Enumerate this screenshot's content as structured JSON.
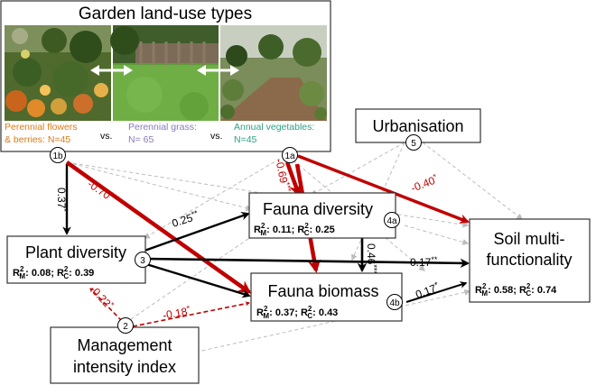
{
  "landuse": {
    "title": "Garden land-use types",
    "types": [
      {
        "line1": "Perennial flowers",
        "line2": "& berries: N=45",
        "color": "#d97a18"
      },
      {
        "line1": "Perennial grass:",
        "line2": "N= 65",
        "color": "#8a7ab8"
      },
      {
        "line1": "Annual vegetables:",
        "line2": "N=45",
        "color": "#2f9f87"
      }
    ],
    "vs": "vs."
  },
  "nodes": {
    "urbanisation": {
      "line1": "Urbanisation",
      "badge": "5"
    },
    "plant": {
      "line1": "Plant diversity",
      "badge": "3",
      "sub": {
        "m": "0.08",
        "c": "0.39"
      }
    },
    "fauna_div": {
      "line1": "Fauna diversity",
      "badge": "4a",
      "sub": {
        "m": "0.11",
        "c": "0.25"
      }
    },
    "fauna_bio": {
      "line1": "Fauna biomass",
      "badge": "4b",
      "sub": {
        "m": "0.37",
        "c": "0.43"
      }
    },
    "soil": {
      "line1": "Soil multi-",
      "line2": "functionality",
      "sub": {
        "m": "0.58",
        "c": "0.74"
      }
    },
    "management": {
      "line1": "Management",
      "line2": "intensity index",
      "badge": "2"
    }
  },
  "badges": {
    "landuse_b": "1b",
    "landuse_a": "1a"
  },
  "r2": {
    "r": "R",
    "two": "2",
    "m": "M",
    "c": "C",
    "sep": ": ",
    "semi": "; "
  },
  "paths": [
    {
      "id": "1b-plant",
      "value": "0.37",
      "stars": "*",
      "color": "#000000"
    },
    {
      "id": "1b-faunabio",
      "value": "-0.70",
      "stars": "***",
      "color": "#c00000"
    },
    {
      "id": "1a-faunadiv",
      "value": "-0.69",
      "stars": "***",
      "color": "#c00000"
    },
    {
      "id": "1a-soil",
      "value": "-0.40",
      "stars": "*",
      "color": "#c00000"
    },
    {
      "id": "plant-faunadiv",
      "value": "0.25",
      "stars": "**",
      "color": "#000000"
    },
    {
      "id": "plant-soil",
      "value": "0.17",
      "stars": "**",
      "color": "#000000"
    },
    {
      "id": "faunadiv-faunabio",
      "value": "0.46",
      "stars": "***",
      "color": "#000000"
    },
    {
      "id": "faunabio-soil",
      "value": "0.17",
      "stars": "*",
      "color": "#000000"
    },
    {
      "id": "mgmt-plant",
      "value": "-0.22",
      "stars": "*",
      "color": "#c00000"
    },
    {
      "id": "mgmt-faunabio",
      "value": "-0.18",
      "stars": "*",
      "color": "#c00000"
    }
  ],
  "colors": {
    "positive": "#000000",
    "negative": "#c00000",
    "nonsig": "#bdbdbd"
  }
}
